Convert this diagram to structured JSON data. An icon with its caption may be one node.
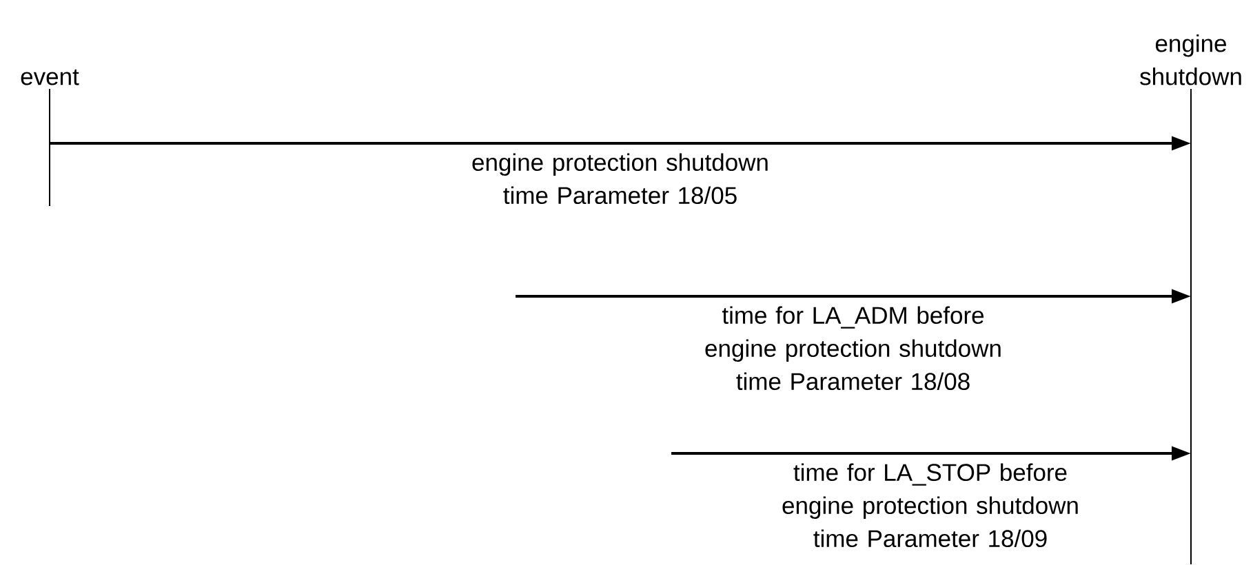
{
  "diagram": {
    "nodes": [
      {
        "text": [
          "event"
        ]
      },
      {
        "text": [
          "engine shutdown"
        ]
      }
    ],
    "edges": [
      {
        "from": 0,
        "to": 1,
        "arrow": "to",
        "label": "engine protection shutdown time Parameter 18/05"
      },
      {
        "from": null,
        "to": 1,
        "arrow": "to",
        "label": "time for LA_ADM before engine protection shutdown time Parameter 18/08"
      },
      {
        "from": null,
        "to": 1,
        "arrow": "to",
        "label": "time for LA_STOP before engine protection shutdown time Parameter 18/09"
      }
    ]
  }
}
